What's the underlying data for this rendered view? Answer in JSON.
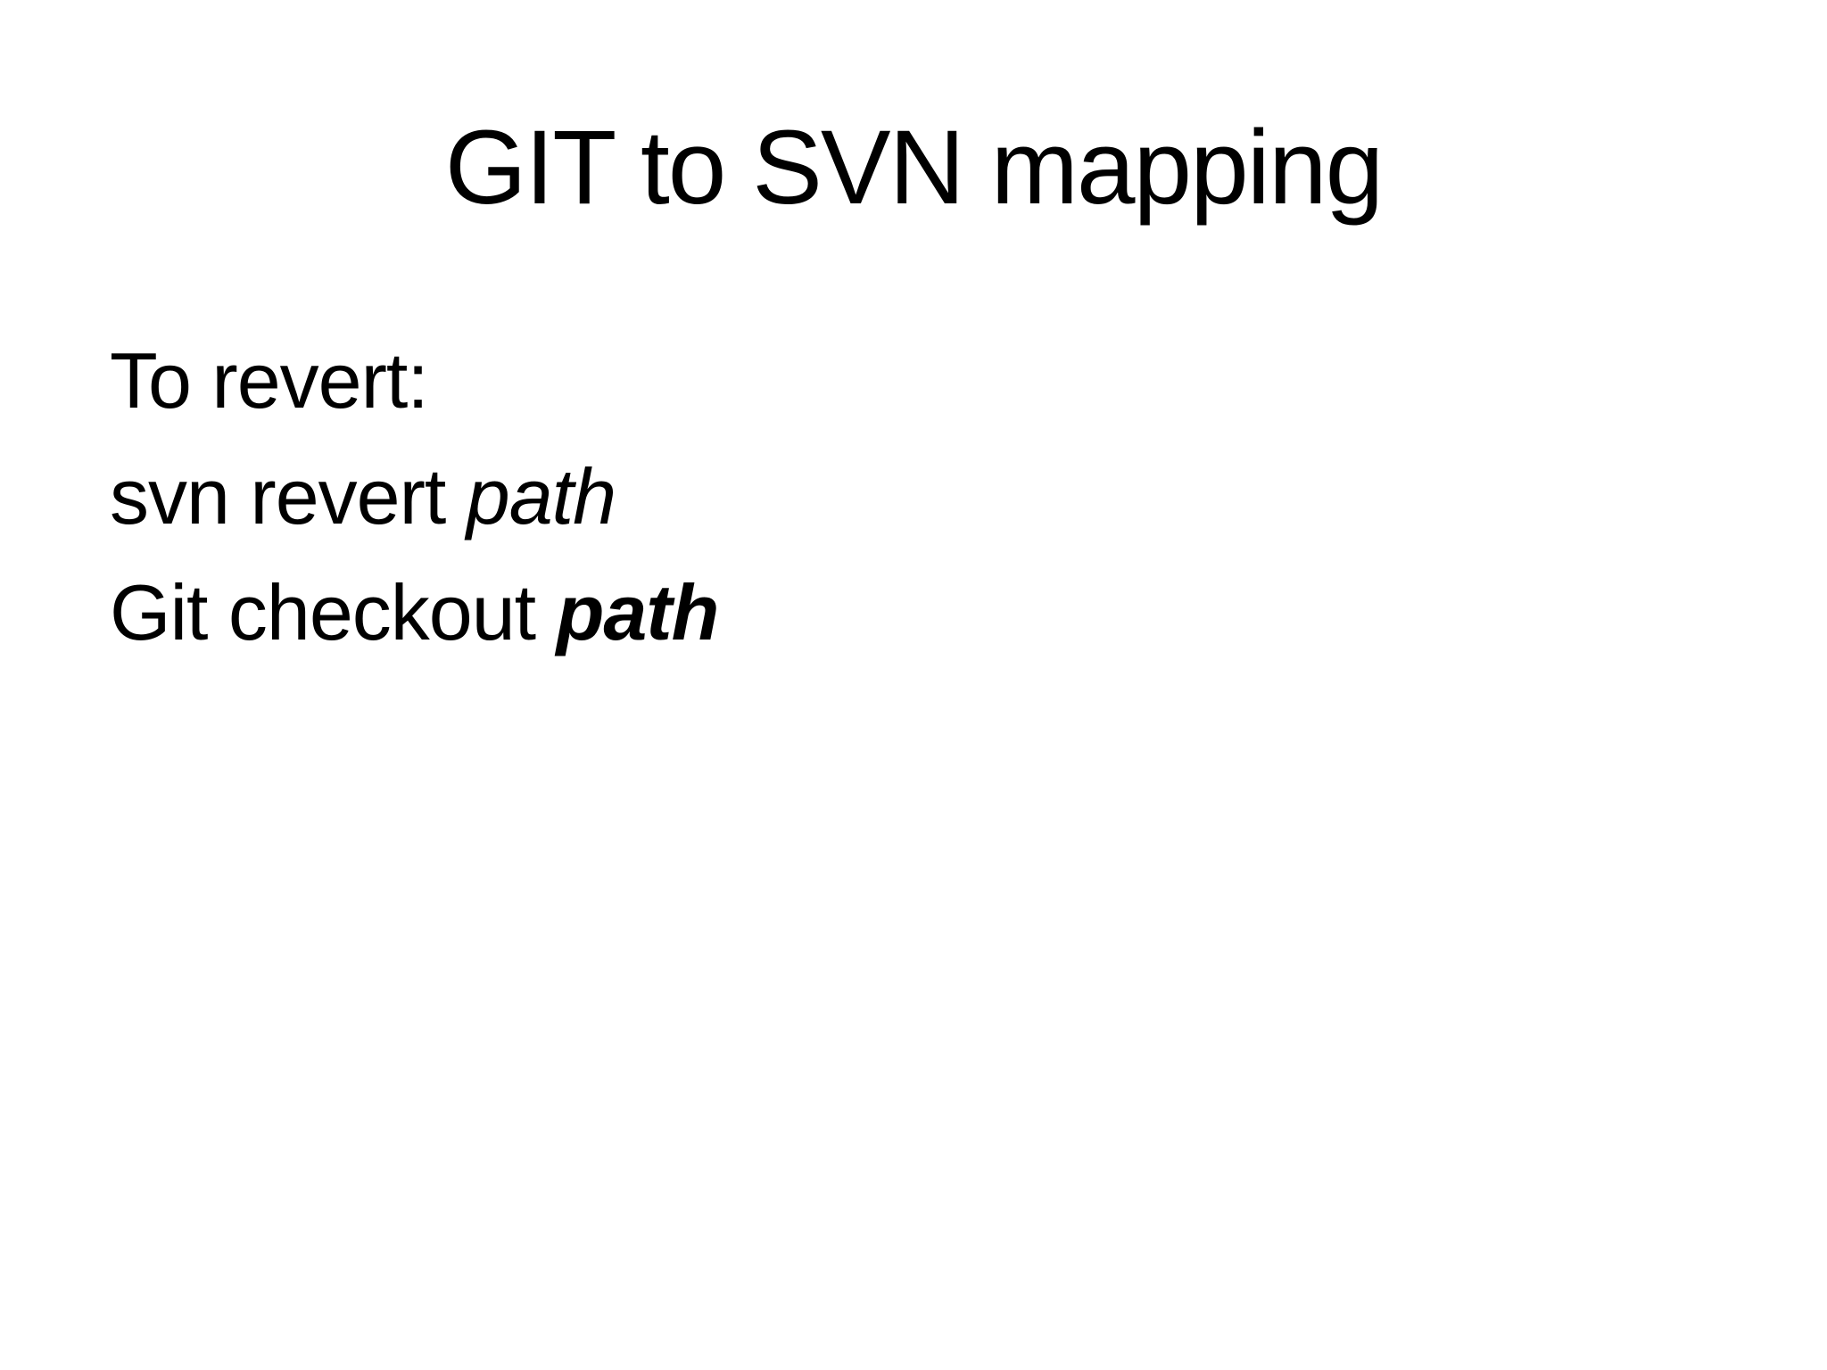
{
  "slide": {
    "title": "GIT to SVN mapping",
    "body": {
      "line1": "To revert:",
      "line2_command": "svn revert ",
      "line2_argument": "path",
      "line3_command": "Git checkout ",
      "line3_argument": "path"
    },
    "colors": {
      "background": "#ffffff",
      "text": "#000000"
    }
  }
}
